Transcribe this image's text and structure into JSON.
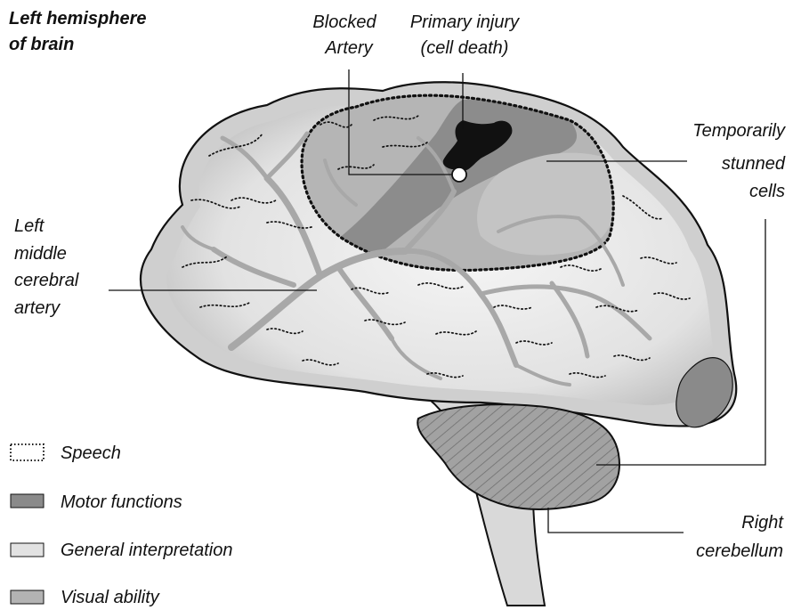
{
  "title": {
    "line1": "Left hemisphere",
    "line2": "of brain"
  },
  "callouts": {
    "blocked_artery": {
      "line1": "Blocked",
      "line2": "Artery"
    },
    "primary_injury": {
      "line1": "Primary injury",
      "line2": "(cell death)"
    },
    "stunned": {
      "line1": "Temporarily",
      "line2": "stunned",
      "line3": "cells"
    },
    "mca": {
      "line1": "Left",
      "line2": "middle",
      "line3": "cerebral",
      "line4": "artery"
    },
    "cerebellum": {
      "line1": "Right",
      "line2": "cerebellum"
    }
  },
  "legend": [
    {
      "label": "Speech",
      "style": "dotted-outline"
    },
    {
      "label": "Motor functions",
      "color": "#8a8a8a"
    },
    {
      "label": "General interpretation",
      "color": "#e2e2e2"
    },
    {
      "label": "Visual ability",
      "color": "#b3b3b3"
    }
  ],
  "colors": {
    "brain_light": "#e6e6e6",
    "brain_outer": "#cfcfcf",
    "speech_region": "#b5b5b5",
    "motor_region": "#8c8c8c",
    "infarct": "#111111",
    "cerebellum": "#a0a0a0",
    "vessels": "#a8a8a8"
  }
}
